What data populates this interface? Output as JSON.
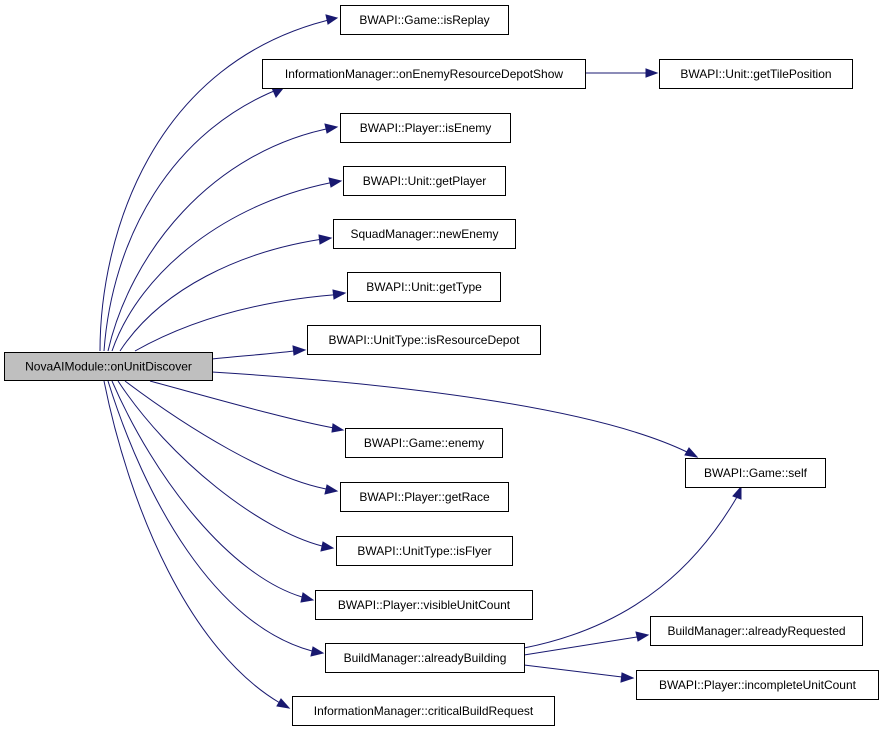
{
  "graph": {
    "root": "root",
    "colors": {
      "edge": "#191970",
      "root_fill": "#bfbfbf",
      "node_fill": "#ffffff",
      "border": "#000000"
    },
    "nodes": [
      {
        "id": "root",
        "label": "NovaAIModule::onUnitDiscover",
        "root": true
      },
      {
        "id": "game-isreplay",
        "label": "BWAPI::Game::isReplay"
      },
      {
        "id": "info-onenemyresourcedepotshow",
        "label": "InformationManager::onEnemyResourceDepotShow"
      },
      {
        "id": "unit-gettileposition",
        "label": "BWAPI::Unit::getTilePosition"
      },
      {
        "id": "player-isenemy",
        "label": "BWAPI::Player::isEnemy"
      },
      {
        "id": "unit-getplayer",
        "label": "BWAPI::Unit::getPlayer"
      },
      {
        "id": "squad-newenemy",
        "label": "SquadManager::newEnemy"
      },
      {
        "id": "unit-gettype",
        "label": "BWAPI::Unit::getType"
      },
      {
        "id": "unittype-isresourcedepot",
        "label": "BWAPI::UnitType::isResourceDepot"
      },
      {
        "id": "game-enemy",
        "label": "BWAPI::Game::enemy"
      },
      {
        "id": "game-self",
        "label": "BWAPI::Game::self"
      },
      {
        "id": "player-getrace",
        "label": "BWAPI::Player::getRace"
      },
      {
        "id": "unittype-isflyer",
        "label": "BWAPI::UnitType::isFlyer"
      },
      {
        "id": "player-visibleunitcount",
        "label": "BWAPI::Player::visibleUnitCount"
      },
      {
        "id": "build-alreadybuilding",
        "label": "BuildManager::alreadyBuilding"
      },
      {
        "id": "build-alreadyrequested",
        "label": "BuildManager::alreadyRequested"
      },
      {
        "id": "player-incompleteunitcount",
        "label": "BWAPI::Player::incompleteUnitCount"
      },
      {
        "id": "info-criticalbuildrequest",
        "label": "InformationManager::criticalBuildRequest"
      }
    ],
    "edges": [
      {
        "from": "root",
        "to": "game-isreplay"
      },
      {
        "from": "root",
        "to": "info-onenemyresourcedepotshow"
      },
      {
        "from": "info-onenemyresourcedepotshow",
        "to": "unit-gettileposition"
      },
      {
        "from": "root",
        "to": "player-isenemy"
      },
      {
        "from": "root",
        "to": "unit-getplayer"
      },
      {
        "from": "root",
        "to": "squad-newenemy"
      },
      {
        "from": "root",
        "to": "unit-gettype"
      },
      {
        "from": "root",
        "to": "unittype-isresourcedepot"
      },
      {
        "from": "root",
        "to": "game-self"
      },
      {
        "from": "root",
        "to": "game-enemy"
      },
      {
        "from": "root",
        "to": "player-getrace"
      },
      {
        "from": "root",
        "to": "unittype-isflyer"
      },
      {
        "from": "root",
        "to": "player-visibleunitcount"
      },
      {
        "from": "root",
        "to": "build-alreadybuilding"
      },
      {
        "from": "build-alreadybuilding",
        "to": "game-self"
      },
      {
        "from": "build-alreadybuilding",
        "to": "build-alreadyrequested"
      },
      {
        "from": "build-alreadybuilding",
        "to": "player-incompleteunitcount"
      },
      {
        "from": "root",
        "to": "info-criticalbuildrequest"
      }
    ]
  }
}
